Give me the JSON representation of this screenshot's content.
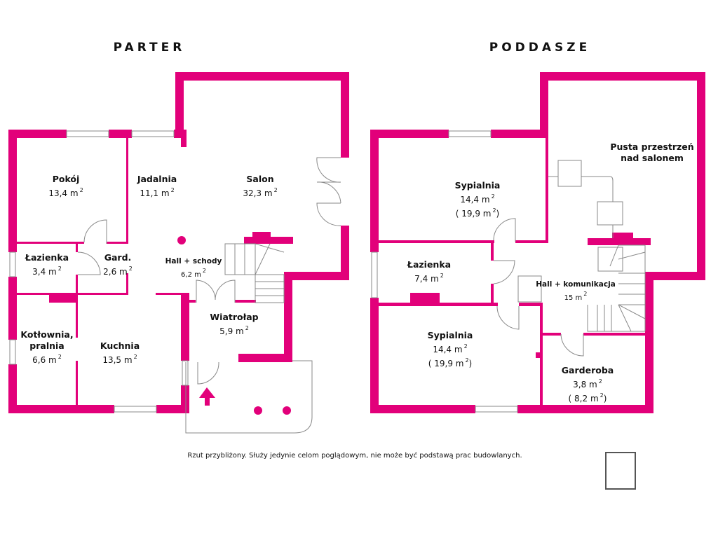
{
  "colors": {
    "wall": "#e2007a",
    "line": "#888888"
  },
  "floors": [
    {
      "title": "PARTER",
      "rooms": [
        {
          "name": "Pokój",
          "area": "13,4 m",
          "unit": "2"
        },
        {
          "name": "Jadalnia",
          "area": "11,1 m",
          "unit": "2"
        },
        {
          "name": "Salon",
          "area": "32,3 m",
          "unit": "2"
        },
        {
          "name": "Łazienka",
          "area": "3,4 m",
          "unit": "2"
        },
        {
          "name": "Gard.",
          "area": "2,6 m",
          "unit": "2"
        },
        {
          "name": "Hall + schody",
          "area": "6,2 m",
          "unit": "2"
        },
        {
          "name": "Wiatrołap",
          "area": "5,9 m",
          "unit": "2"
        },
        {
          "name": "Kotłownia, pralnia",
          "area": "6,6 m",
          "unit": "2"
        },
        {
          "name": "Kuchnia",
          "area": "13,5 m",
          "unit": "2"
        }
      ]
    },
    {
      "title": "PODDASZE",
      "rooms": [
        {
          "name": "Sypialnia",
          "area": "14,4 m",
          "unit": "2",
          "extra": "( 19,9 m",
          "extra_close": ")"
        },
        {
          "name": "Pusta przestrzeń nad salonem"
        },
        {
          "name": "Łazienka",
          "area": "7,4 m",
          "unit": "2"
        },
        {
          "name": "Hall + komunikacja",
          "area": "15 m",
          "unit": "2"
        },
        {
          "name": "Sypialnia",
          "area": "14,4 m",
          "unit": "2",
          "extra": "( 19,9 m",
          "extra_close": ")"
        },
        {
          "name": "Garderoba",
          "area": "3,8 m",
          "unit": "2",
          "extra": "( 8,2 m",
          "extra_close": ")"
        }
      ]
    }
  ],
  "footnote": "Rzut przybliżony. Służy jedynie celom poglądowym, nie może być podstawą prac budowlanych."
}
